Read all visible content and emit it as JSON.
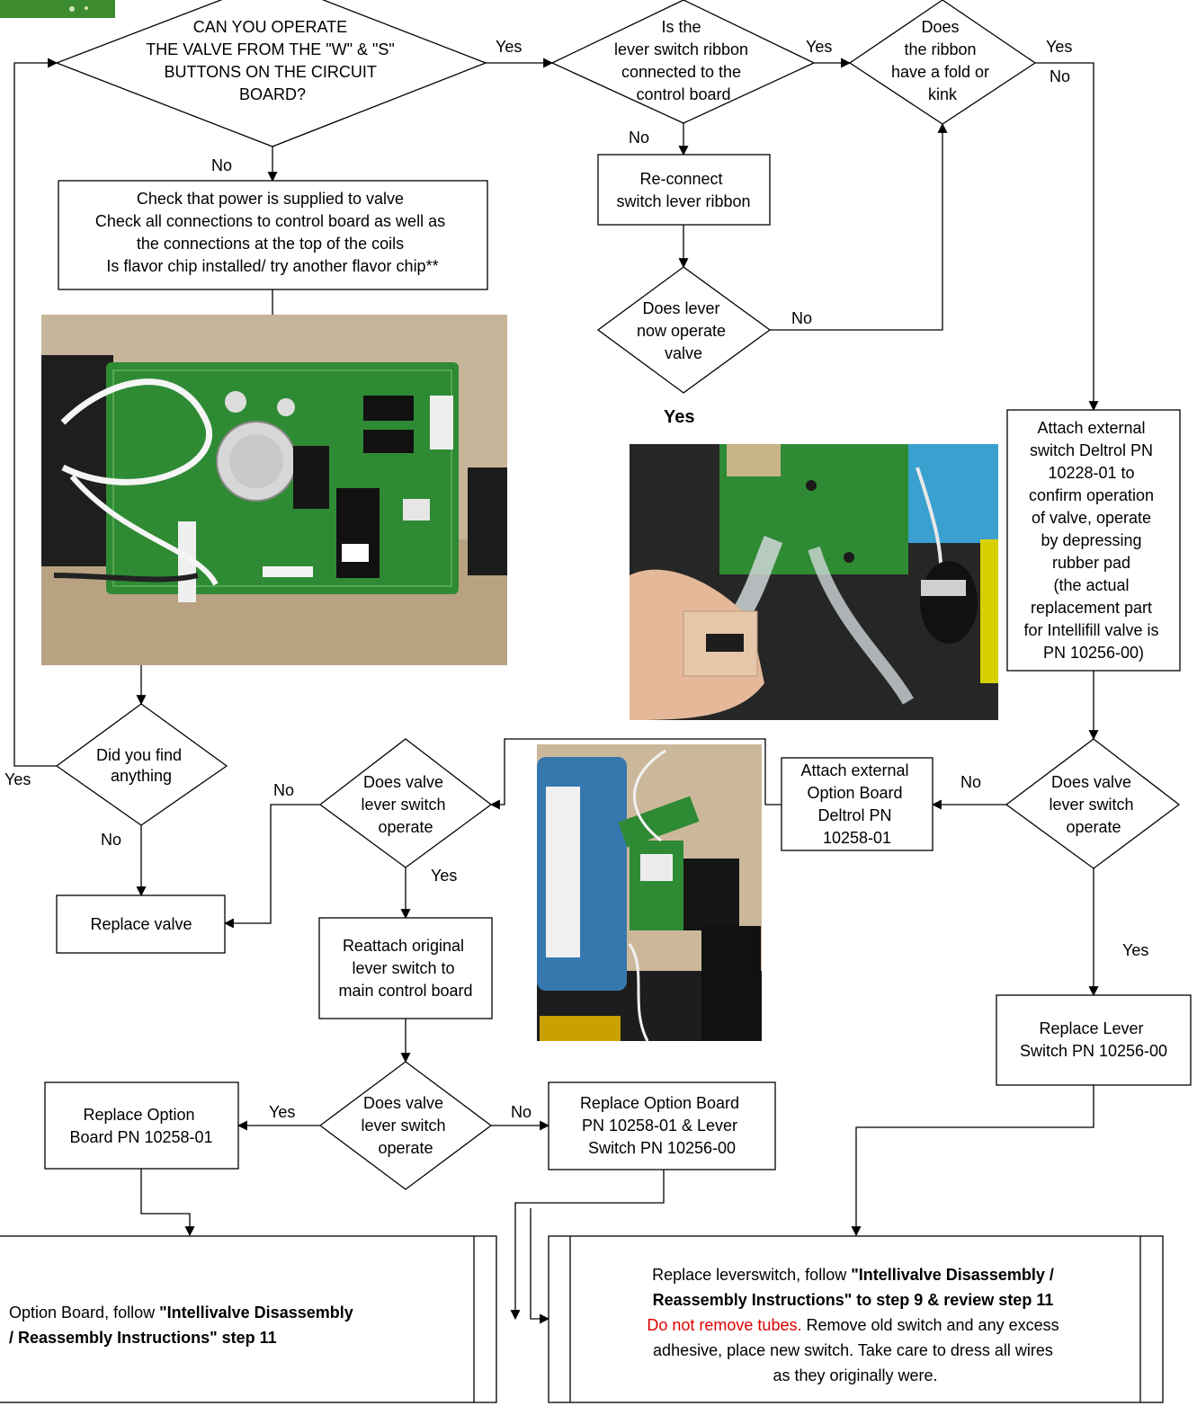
{
  "labels": {
    "yes": "Yes",
    "no": "No"
  },
  "nodes": {
    "q_operate_buttons": [
      "CAN YOU OPERATE",
      "THE VALVE FROM THE \"W\" & \"S\"",
      "BUTTONS ON THE CIRCUIT",
      "BOARD?"
    ],
    "q_ribbon_connected": [
      "Is the",
      "lever switch ribbon",
      "connected to the",
      "control board"
    ],
    "q_ribbon_fold": [
      "Does",
      "the ribbon",
      "have a fold or",
      "kink"
    ],
    "check_power": [
      "Check that power is supplied to valve",
      "Check all connections to control board as well as",
      "the connections at the top of the coils",
      "Is flavor chip installed/ try another flavor chip**"
    ],
    "reconnect_ribbon": [
      "Re-connect",
      "switch lever ribbon"
    ],
    "q_lever_now": [
      "Does lever",
      "now operate",
      "valve"
    ],
    "attach_switch": [
      "Attach external",
      "switch Deltrol PN",
      "10228-01 to",
      "confirm operation",
      "of valve, operate",
      "by depressing",
      "rubber pad",
      "(the actual",
      "replacement part",
      "for Intellifill valve is",
      "PN 10256-00)"
    ],
    "q_find_anything": [
      "Did you find",
      "anything"
    ],
    "q_valve_switch_mid": [
      "Does valve",
      "lever switch",
      "operate"
    ],
    "attach_option_board": [
      "Attach external",
      "Option Board",
      "Deltrol PN",
      "10258-01"
    ],
    "q_valve_switch_right": [
      "Does valve",
      "lever switch",
      "operate"
    ],
    "replace_valve": [
      "Replace valve"
    ],
    "reattach_switch": [
      "Reattach original",
      "lever switch to",
      "main control board"
    ],
    "replace_lever_switch": [
      "Replace Lever",
      "Switch PN 10256-00"
    ],
    "q_valve_switch_low": [
      "Does valve",
      "lever switch",
      "operate"
    ],
    "replace_option_board": [
      "Replace Option",
      "Board PN 10258-01"
    ],
    "replace_option_and_switch": [
      "Replace Option Board",
      "PN 10258-01 & Lever",
      "Switch PN 10256-00"
    ],
    "final_left": {
      "prefix": "Option Board, follow ",
      "bold1": "\"Intellivalve Disassembly",
      "bold2": "/ Reassembly Instructions\" step 11"
    },
    "final_right": {
      "line1_prefix": "Replace leverswitch, follow ",
      "line1_bold": "\"Intellivalve Disassembly /",
      "line2_bold": "Reassembly Instructions\"  to step 9 & review step 11",
      "line3_red": "Do not remove tubes.",
      "line3_rest": " Remove old switch and any excess",
      "line4": "adhesive, place new switch. Take care to dress all wires",
      "line5": "as they originally were."
    }
  },
  "photos": {
    "circuit_board": "circuit board photo",
    "ribbon_switch": "lever switch ribbon photo",
    "option_board": "option board photo"
  },
  "colors": {
    "warning_red": "#e00000",
    "pcb_green": "#2f8a34",
    "photo_beige": "#c7b59a"
  }
}
